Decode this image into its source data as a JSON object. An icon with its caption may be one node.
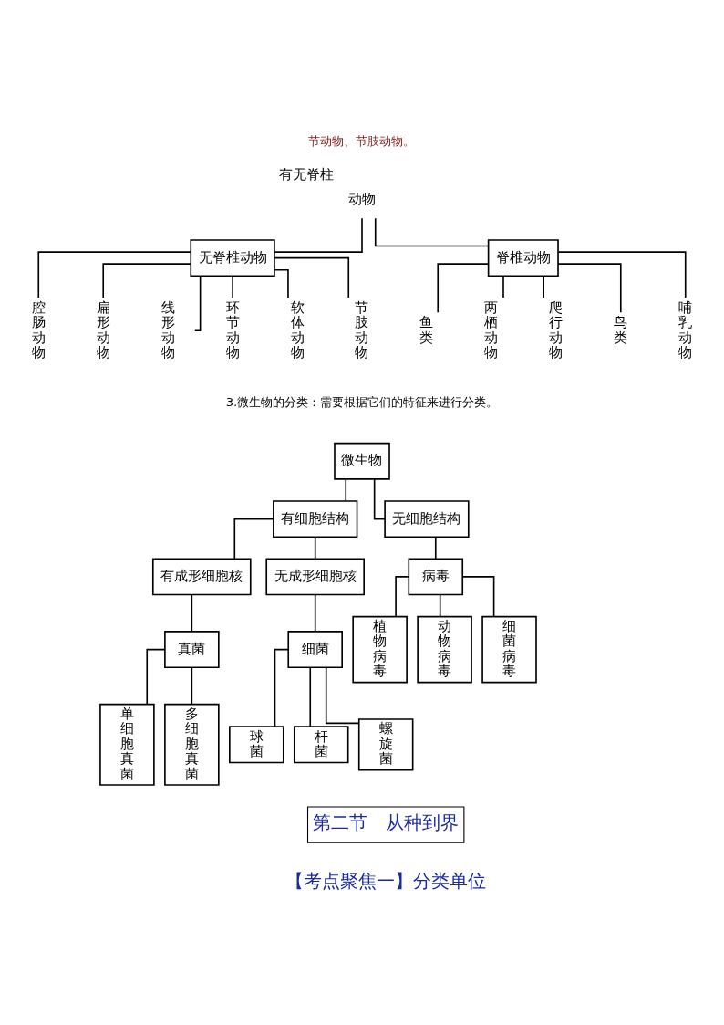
{
  "diagram": {
    "nodes": [
      {
        "text": [
          "动物"
        ],
        "beside": [
          "有无脊柱"
        ]
      },
      {
        "text": [
          "无脊椎动物"
        ]
      },
      {
        "text": [
          "脊椎动物"
        ]
      },
      {
        "text": [
          "腔肠动物"
        ]
      },
      {
        "text": [
          "扁形动物"
        ]
      },
      {
        "text": [
          "线形动物"
        ]
      },
      {
        "text": [
          "环节动物"
        ]
      },
      {
        "text": [
          "软体动物"
        ]
      },
      {
        "text": [
          "节肢动物"
        ]
      },
      {
        "text": [
          "鱼类"
        ]
      },
      {
        "text": [
          "两栖动物"
        ]
      },
      {
        "text": [
          "爬行动物"
        ]
      },
      {
        "text": [
          "鸟类"
        ]
      },
      {
        "text": [
          "哺乳动物"
        ]
      },
      {
        "text": [
          "微生物"
        ]
      },
      {
        "text": [
          "有细胞结构"
        ]
      },
      {
        "text": [
          "无细胞结构"
        ]
      },
      {
        "text": [
          "有成形细胞核"
        ]
      },
      {
        "text": [
          "无成形细胞核"
        ]
      },
      {
        "text": [
          "病毒"
        ]
      },
      {
        "text": [
          "真菌"
        ]
      },
      {
        "text": [
          "细菌"
        ]
      },
      {
        "text": [
          "单细胞真菌"
        ]
      },
      {
        "text": [
          "多细胞真菌"
        ]
      },
      {
        "text": [
          "球菌"
        ]
      },
      {
        "text": [
          "杆菌"
        ]
      },
      {
        "text": [
          "螺旋菌"
        ]
      },
      {
        "text": [
          "植物病毒"
        ]
      },
      {
        "text": [
          "动物病毒"
        ]
      },
      {
        "text": [
          "细菌病毒"
        ]
      },
      {
        "text": [
          "第二节　从种到界"
        ]
      }
    ],
    "edges": [
      {
        "from": 0,
        "to": 1,
        "arrow": "none"
      },
      {
        "from": 0,
        "to": 2,
        "arrow": "none"
      },
      {
        "from": 1,
        "to": 3,
        "arrow": "none"
      },
      {
        "from": 1,
        "to": 4,
        "arrow": "none"
      },
      {
        "from": 1,
        "to": 5,
        "arrow": "none"
      },
      {
        "from": 1,
        "to": 6,
        "arrow": "none"
      },
      {
        "from": 1,
        "to": 7,
        "arrow": "none"
      },
      {
        "from": 1,
        "to": 8,
        "arrow": "none"
      },
      {
        "from": 2,
        "to": 9,
        "arrow": "none"
      },
      {
        "from": 2,
        "to": 10,
        "arrow": "none"
      },
      {
        "from": 2,
        "to": 11,
        "arrow": "none"
      },
      {
        "from": 2,
        "to": 12,
        "arrow": "none"
      },
      {
        "from": 2,
        "to": 13,
        "arrow": "none"
      },
      {
        "from": 14,
        "to": 15,
        "arrow": "none"
      },
      {
        "from": 14,
        "to": 16,
        "arrow": "none"
      },
      {
        "from": 15,
        "to": 17,
        "arrow": "none"
      },
      {
        "from": 15,
        "to": 18,
        "arrow": "none"
      },
      {
        "from": 16,
        "to": 19,
        "arrow": "none"
      },
      {
        "from": 17,
        "to": 20,
        "arrow": "none"
      },
      {
        "from": 18,
        "to": 21,
        "arrow": "none"
      },
      {
        "from": 20,
        "to": 22,
        "arrow": "none"
      },
      {
        "from": 20,
        "to": 23,
        "arrow": "none"
      },
      {
        "from": 21,
        "to": 24,
        "arrow": "none"
      },
      {
        "from": 21,
        "to": 25,
        "arrow": "none"
      },
      {
        "from": 21,
        "to": 26,
        "arrow": "none"
      },
      {
        "from": 19,
        "to": 27,
        "arrow": "none"
      },
      {
        "from": 19,
        "to": 28,
        "arrow": "none"
      },
      {
        "from": 19,
        "to": 29,
        "arrow": "none"
      }
    ],
    "labels": [
      "节动物、节肢动物。",
      "3.微生物的分类：需要根据它们的特征来进行分类。",
      "【考点聚焦一】分类单位"
    ]
  }
}
